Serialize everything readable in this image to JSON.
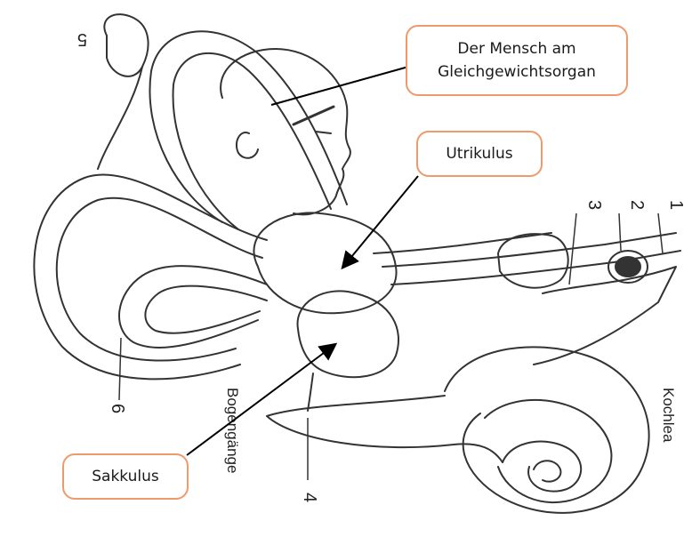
{
  "callouts": {
    "human": {
      "line1": "Der Mensch am",
      "line2": "Gleichgewichtsorgan"
    },
    "utrikulus": "Utrikulus",
    "sakkulus": "Sakkulus"
  },
  "side_labels": {
    "bogengaenge": "Bogengänge",
    "kochlea": "Kochlea"
  },
  "numbers": {
    "n1": "1",
    "n2": "2",
    "n3": "3",
    "n4": "4",
    "n5": "5",
    "n6": "6"
  },
  "colors": {
    "callout_border": "#ee9a6c",
    "ink": "#333333",
    "arrow": "#000000"
  }
}
